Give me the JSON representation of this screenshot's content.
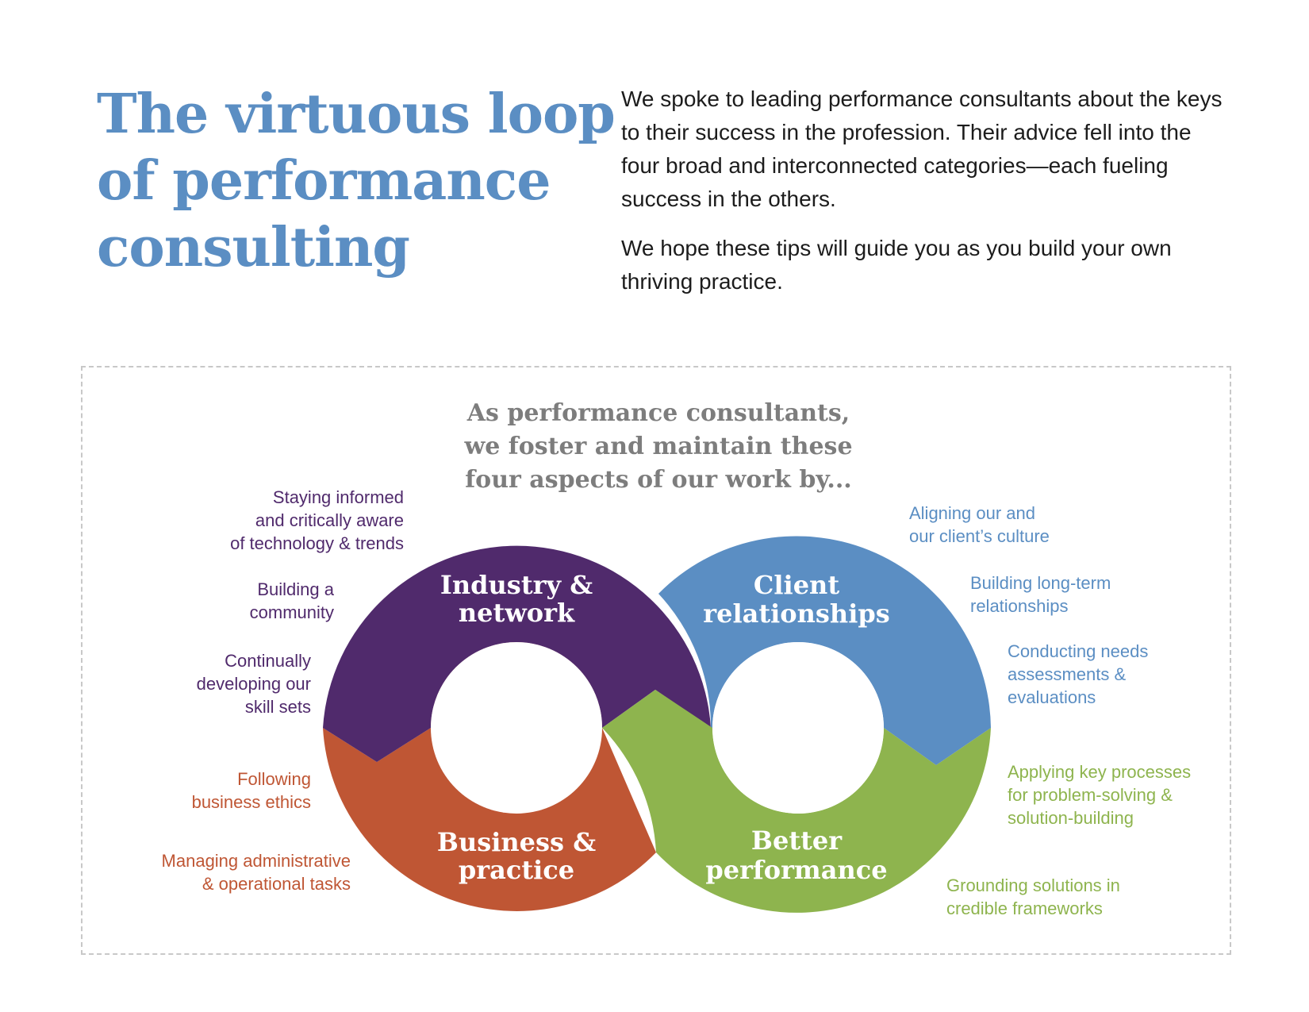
{
  "title": {
    "line1": "The virtuous loop",
    "line2": "of performance",
    "line3": "consulting"
  },
  "intro": {
    "paragraph1": "We spoke to leading performance consultants about the keys to their success in the profession. Their advice fell into the four broad and interconnected categories—each fueling success in the others.",
    "paragraph2": "We hope these tips will guide you as you build your own thriving practice."
  },
  "diagram": {
    "lead": {
      "line1": "As performance consultants,",
      "line2": "we foster and maintain these",
      "line3": "four aspects of our work by..."
    },
    "colors": {
      "industry": "#502a6c",
      "client": "#5b8ec3",
      "business": "#bf5634",
      "performance": "#8eb44e",
      "title": "#5b8ec3",
      "lead": "#7d7d7d"
    },
    "segments": {
      "industry": {
        "line1": "Industry &",
        "line2": "network"
      },
      "client": {
        "line1": "Client",
        "line2": "relationships"
      },
      "business": {
        "line1": "Business &",
        "line2": "practice"
      },
      "performance": {
        "line1": "Better",
        "line2": "performance"
      }
    },
    "tips": {
      "industry": [
        {
          "line1": "Staying informed",
          "line2": "and critically aware",
          "line3": "of technology & trends"
        },
        {
          "line1": "Building a",
          "line2": "community"
        },
        {
          "line1": "Continually",
          "line2": "developing our",
          "line3": "skill sets"
        }
      ],
      "business": [
        {
          "line1": "Following",
          "line2": "business ethics"
        },
        {
          "line1": "Managing administrative",
          "line2": "& operational tasks"
        }
      ],
      "client": [
        {
          "line1": "Aligning our and",
          "line2": "our client’s culture"
        },
        {
          "line1": "Building long-term",
          "line2": "relationships"
        },
        {
          "line1": "Conducting needs",
          "line2": "assessments &",
          "line3": "evaluations"
        }
      ],
      "performance": [
        {
          "line1": "Applying key processes",
          "line2": "for problem-solving &",
          "line3": "solution-building"
        },
        {
          "line1": "Grounding solutions in",
          "line2": "credible frameworks"
        }
      ]
    }
  }
}
